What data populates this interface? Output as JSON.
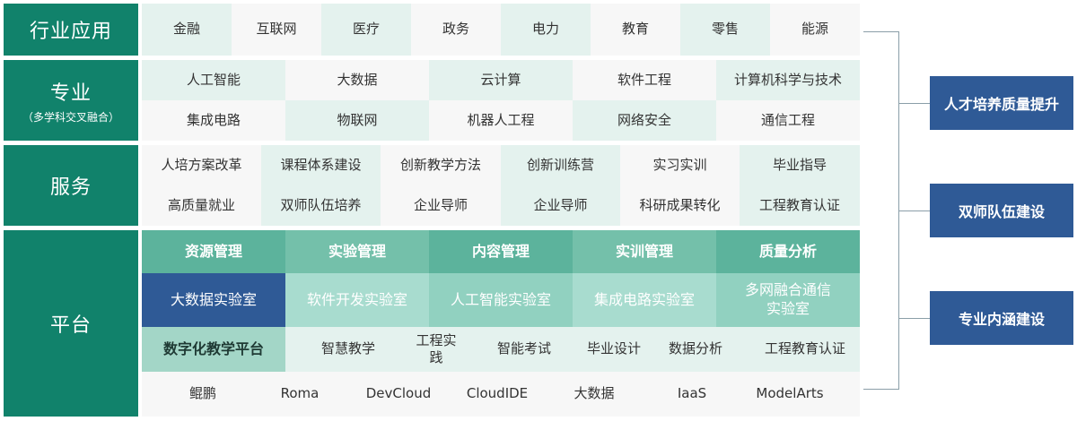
{
  "rows": {
    "industry": {
      "label": "行业应用",
      "items": [
        "金融",
        "互联网",
        "医疗",
        "政务",
        "电力",
        "教育",
        "零售",
        "能源"
      ]
    },
    "major": {
      "label": "专业",
      "sub": "（多学科交叉融合）",
      "row1": [
        "人工智能",
        "大数据",
        "云计算",
        "软件工程",
        "计算机科学与技术"
      ],
      "row2": [
        "集成电路",
        "物联网",
        "机器人工程",
        "网络安全",
        "通信工程"
      ]
    },
    "service": {
      "label": "服务",
      "row1": [
        "人培方案改革",
        "课程体系建设",
        "创新教学方法",
        "创新训练营",
        "实习实训",
        "毕业指导"
      ],
      "row2": [
        "高质量就业",
        "双师队伍培养",
        "企业导师",
        "企业导师",
        "科研成果转化",
        "工程教育认证"
      ]
    },
    "platform": {
      "label": "平台",
      "headers": [
        "资源管理",
        "实验管理",
        "内容管理",
        "实训管理",
        "质量分析"
      ],
      "labs": [
        "大数据实验室",
        "软件开发实验室",
        "人工智能实验室",
        "集成电路实验室",
        "多网融合通信实验室"
      ],
      "teaching_title": "数字化教学平台",
      "teaching": [
        "智慧教学",
        "工程实践",
        "智能考试",
        "毕业设计",
        "数据分析",
        "工程教育认证"
      ],
      "tech": [
        "鲲鹏",
        "Roma",
        "DevCloud",
        "CloudIDE",
        "大数据",
        "IaaS",
        "ModelArts"
      ]
    }
  },
  "outcomes": [
    "人才培养质量提升",
    "双师队伍建设",
    "专业内涵建设"
  ],
  "colors": {
    "primary": "#11826b",
    "navy": "#2f5a96"
  }
}
